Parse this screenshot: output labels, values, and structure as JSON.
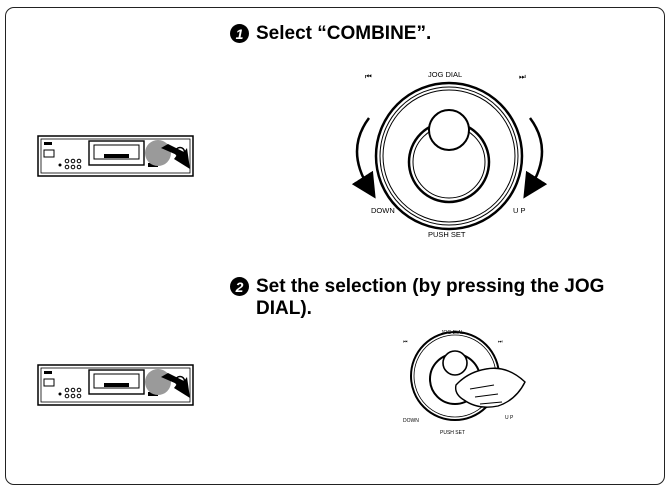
{
  "step1": {
    "number": "1",
    "text": "Select “COMBINE”."
  },
  "step2": {
    "number": "2",
    "text": "Set the selection (by pressing the JOG DIAL)."
  },
  "dial_large": {
    "prev_icon": "⏮",
    "title": "JOG DIAL",
    "next_icon": "⏭",
    "down": "DOWN",
    "up": "U P",
    "push": "PUSH SET"
  },
  "dial_small": {
    "prev_icon": "⏮",
    "title": "JOG DIAL",
    "next_icon": "⏭",
    "down": "DOWN",
    "up": "U P",
    "push": "PUSH SET"
  }
}
